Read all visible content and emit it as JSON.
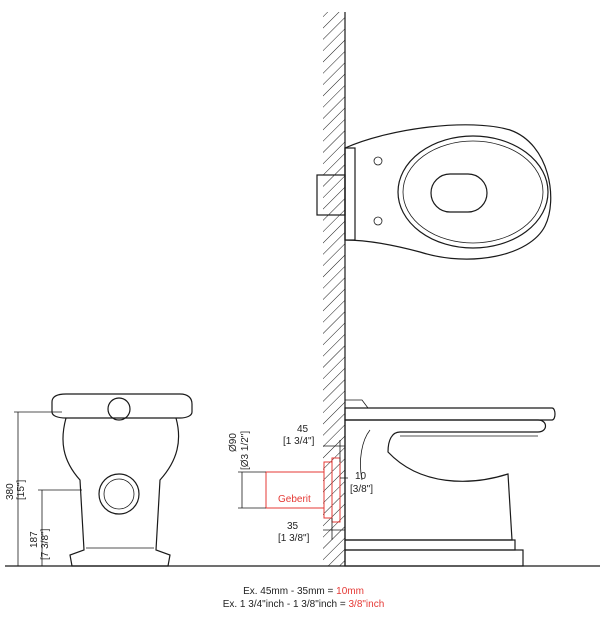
{
  "dimensions": {
    "wall_projection_mm": "45",
    "wall_projection_in": "[1 3/4\"]",
    "pipe_diameter_mm": "Ø90",
    "pipe_diameter_in": "[Ø3 1/2\"]",
    "gap_mm": "10",
    "gap_in": "[3/8\"]",
    "wall_depth_mm": "35",
    "wall_depth_in": "[1 3/8\"]",
    "total_height_mm": "380",
    "total_height_in": "[15\"]",
    "outlet_height_mm": "187",
    "outlet_height_in": "[7 3/8\"]"
  },
  "labels": {
    "cistern_brand": "Geberit"
  },
  "formula": {
    "line1_prefix": "Ex. 45mm - 35mm = ",
    "line1_result": "10mm",
    "line2_prefix": "Ex. 1 3/4\"inch - 1 3/8\"inch = ",
    "line2_result": "3/8\"inch"
  },
  "colors": {
    "highlight": "#e53935",
    "line": "#1a1a1a"
  }
}
